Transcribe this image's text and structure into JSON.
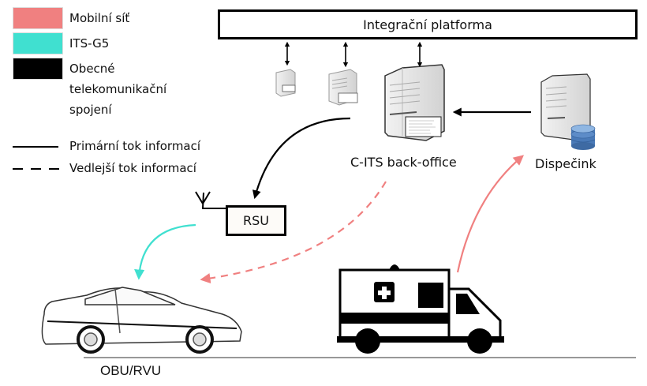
{
  "legend": {
    "colors": [
      {
        "label": "Mobilní síť",
        "color": "#f08080"
      },
      {
        "label": "ITS-G5",
        "color": "#40e0d0"
      },
      {
        "label": "Obecné",
        "color": "#000000"
      }
    ],
    "general_line2": "telekomunikační",
    "general_line3": "spojení",
    "lines": [
      {
        "label": "Primární tok informací",
        "style": "solid"
      },
      {
        "label": "Vedlejší tok informací",
        "style": "dashed"
      }
    ]
  },
  "nodes": {
    "platform": "Integrační platforma",
    "backoffice": "C-ITS back-office",
    "dispatch": "Dispečink",
    "rsu": "RSU",
    "vehicle": "OBU/RVU"
  },
  "colors": {
    "mobile": "#f08080",
    "itsg5": "#40e0d0",
    "general": "#000000",
    "server_body": "#e6e6e6",
    "database": "#4a7ab8"
  }
}
